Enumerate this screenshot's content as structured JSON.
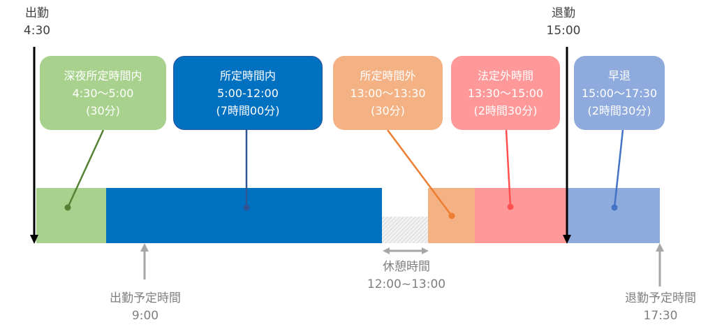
{
  "colors": {
    "green": "#a9d18e",
    "green_line": "#548235",
    "blue": "#0070c0",
    "blue_line": "#2f5597",
    "orange": "#f4b183",
    "orange_line": "#ed7d31",
    "pink": "#ff9999",
    "pink_line": "#ff5050",
    "slate": "#8faadc",
    "slate_line": "#4472c4",
    "gray": "#a6a6a6"
  },
  "clock_in": {
    "label": "出勤",
    "time": "4:30"
  },
  "clock_out": {
    "label": "退勤",
    "time": "15:00"
  },
  "callouts": [
    {
      "title": "深夜所定時間内",
      "range": "4:30〜5:00",
      "duration": "(30分)"
    },
    {
      "title": "所定時間内",
      "range": "5:00-12:00",
      "duration": "(7時間00分)"
    },
    {
      "title": "所定時間外",
      "range": "13:00〜13:30",
      "duration": "(30分)"
    },
    {
      "title": "法定外時間",
      "range": "13:30〜15:00",
      "duration": "(2時間30分)"
    },
    {
      "title": "早退",
      "range": "15:00〜17:30",
      "duration": "(2時間30分)"
    }
  ],
  "break": {
    "label": "休憩時間",
    "time": "12:00~13:00"
  },
  "scheduled_start": {
    "label": "出勤予定時間",
    "time": "9:00"
  },
  "scheduled_end": {
    "label": "退勤予定時間",
    "time": "17:30"
  }
}
